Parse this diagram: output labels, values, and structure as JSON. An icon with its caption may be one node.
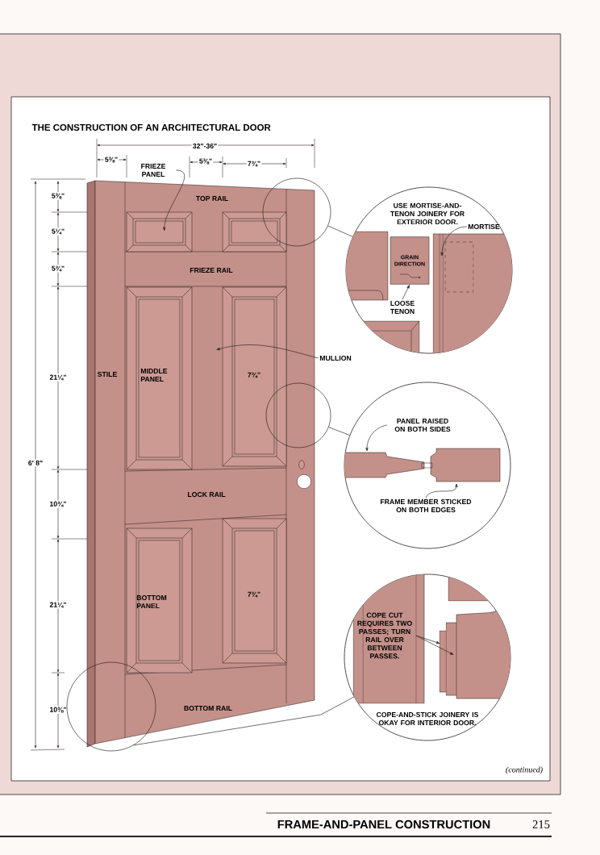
{
  "diagram": {
    "title": "THE CONSTRUCTION OF AN ARCHITECTURAL DOOR",
    "nodes": [
      {
        "text": [
          "FRIEZE PANEL"
        ]
      },
      {
        "text": [
          "MULLION"
        ]
      },
      {
        "text": [],
        "shape": "circle"
      },
      {
        "text": [
          "USE MORTISE-AND-TENON JOINERY FOR EXTERIOR DOOR."
        ]
      },
      {
        "text": [
          "MORTISE"
        ],
        "in": 3
      },
      {
        "text": [
          "GRAIN DIRECTION"
        ],
        "in": 3
      },
      {
        "text": [
          "LOOSE TENON"
        ],
        "in": 3
      },
      {
        "text": [],
        "shape": "circle"
      },
      {
        "text": [],
        "shape": "circle"
      },
      {
        "text": [
          "PANEL RAISED ON BOTH SIDES"
        ],
        "in": 8
      },
      {
        "text": [
          "FRAME MEMBER STICKED ON BOTH EDGES"
        ],
        "in": 8
      },
      {
        "text": [],
        "shape": "circle"
      },
      {
        "text": [
          "COPE-AND-STICK JOINERY IS OKAY FOR INTERIOR DOOR."
        ]
      },
      {
        "text": [
          "COPE CUT REQUIRES TWO PASSES; TURN RAIL OVER BETWEEN PASSES."
        ],
        "in": 12
      },
      {
        "text": [],
        "shape": "picture"
      }
    ],
    "edges": [
      {
        "from": 0,
        "to": 14,
        "arrow": "to"
      },
      {
        "from": 1,
        "to": 14,
        "arrow": "to"
      },
      {
        "from": 2,
        "to": 3,
        "arrow": "none"
      },
      {
        "from": 4,
        "to": null,
        "arrow": "to"
      },
      {
        "from": 6,
        "to": 5,
        "arrow": "to"
      },
      {
        "from": 7,
        "to": 8,
        "arrow": "none"
      },
      {
        "from": 9,
        "to": null,
        "arrow": "to"
      },
      {
        "from": 10,
        "to": null,
        "arrow": "to"
      },
      {
        "from": 11,
        "to": 12,
        "arrow": "none"
      },
      {
        "from": 13,
        "to": null,
        "arrow": "to"
      },
      {
        "from": 13,
        "to": null,
        "arrow": "to"
      }
    ],
    "labels": [
      "32\"-36\"",
      "5⅜\"",
      "5⅜\"",
      "7¾\"",
      "TOP RAIL",
      "5⅜\"",
      "5¼\"",
      "FRIEZE RAIL",
      "5¾\"",
      "21¼\"",
      "STILE",
      "MIDDLE PANEL",
      "7¾\"",
      "6' 8\"",
      "LOCK RAIL",
      "10¾\"",
      "21¼\"",
      "BOTTOM PANEL",
      "7¾\"",
      "10⅜\"",
      "BOTTOM RAIL",
      "(continued)",
      "FRAME-AND-PANEL CONSTRUCTION",
      "215"
    ]
  }
}
